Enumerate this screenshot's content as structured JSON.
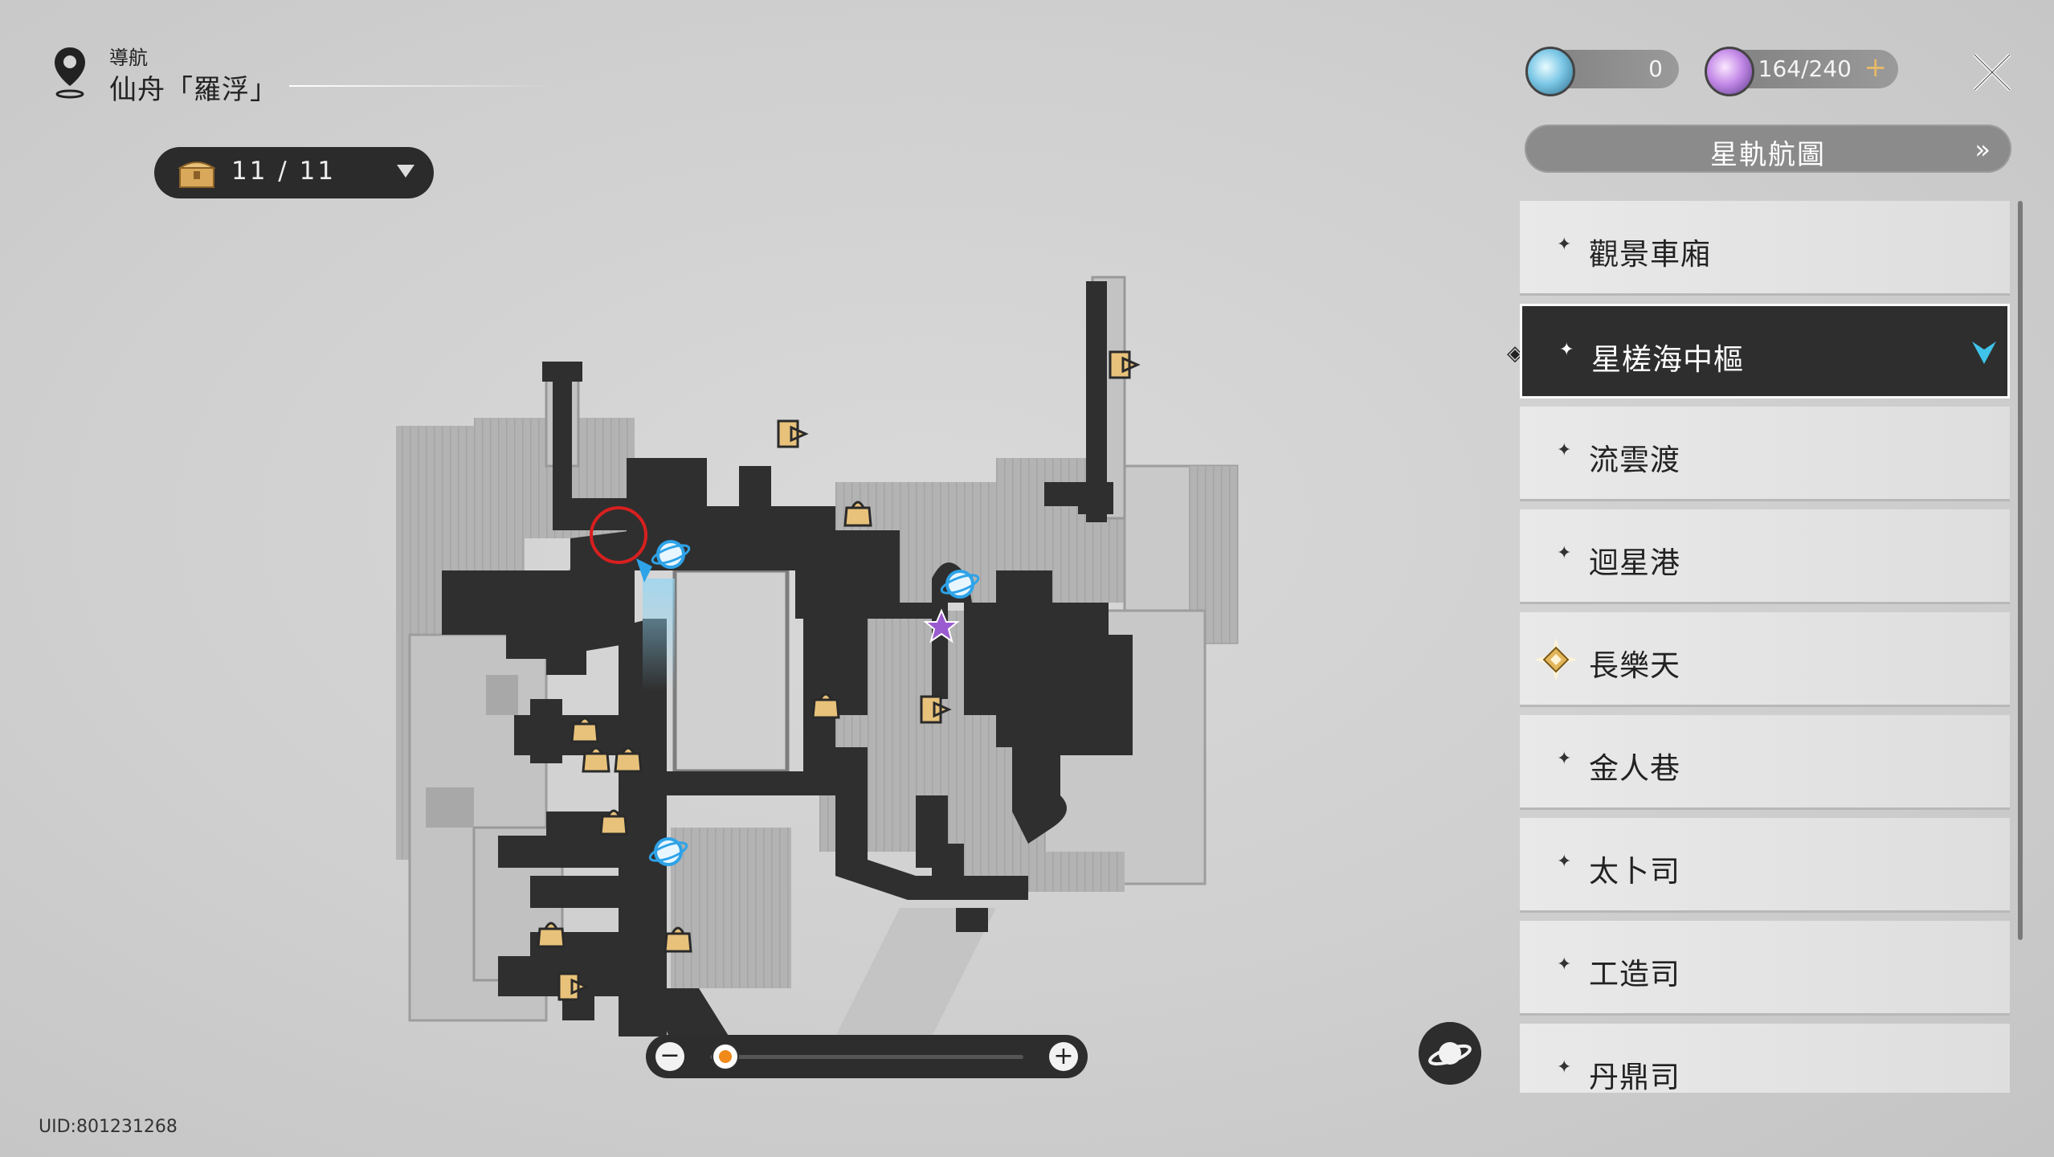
{
  "header": {
    "nav_label": "導航",
    "location_title": "仙舟「羅浮」"
  },
  "chest_counter": {
    "text": "11 / 11"
  },
  "currencies": [
    {
      "name": "stellar-jade-icon",
      "value": "0"
    },
    {
      "name": "trailblaze-power-icon",
      "value": "164/240"
    }
  ],
  "star_rail_map": {
    "label": "星軌航圖"
  },
  "areas": [
    {
      "label": "觀景車廂",
      "active": false
    },
    {
      "label": "星槎海中樞",
      "active": true
    },
    {
      "label": "流雲渡",
      "active": false
    },
    {
      "label": "迴星港",
      "active": false
    },
    {
      "label": "長樂天",
      "active": false,
      "quest": true
    },
    {
      "label": "金人巷",
      "active": false
    },
    {
      "label": "太卜司",
      "active": false
    },
    {
      "label": "工造司",
      "active": false
    },
    {
      "label": "丹鼎司",
      "active": false
    }
  ],
  "zoom": {
    "minus": "−",
    "plus": "+",
    "level": 0.02
  },
  "uid": "UID:801231268",
  "colors": {
    "map_path": "#2f2f2f",
    "map_block": "#a9a9a9",
    "marker_gold": "#e8c27a",
    "teleport_blue": "#2ea3e8",
    "quest_purple": "#9a5ad0",
    "highlight_red": "#d81f1f"
  }
}
